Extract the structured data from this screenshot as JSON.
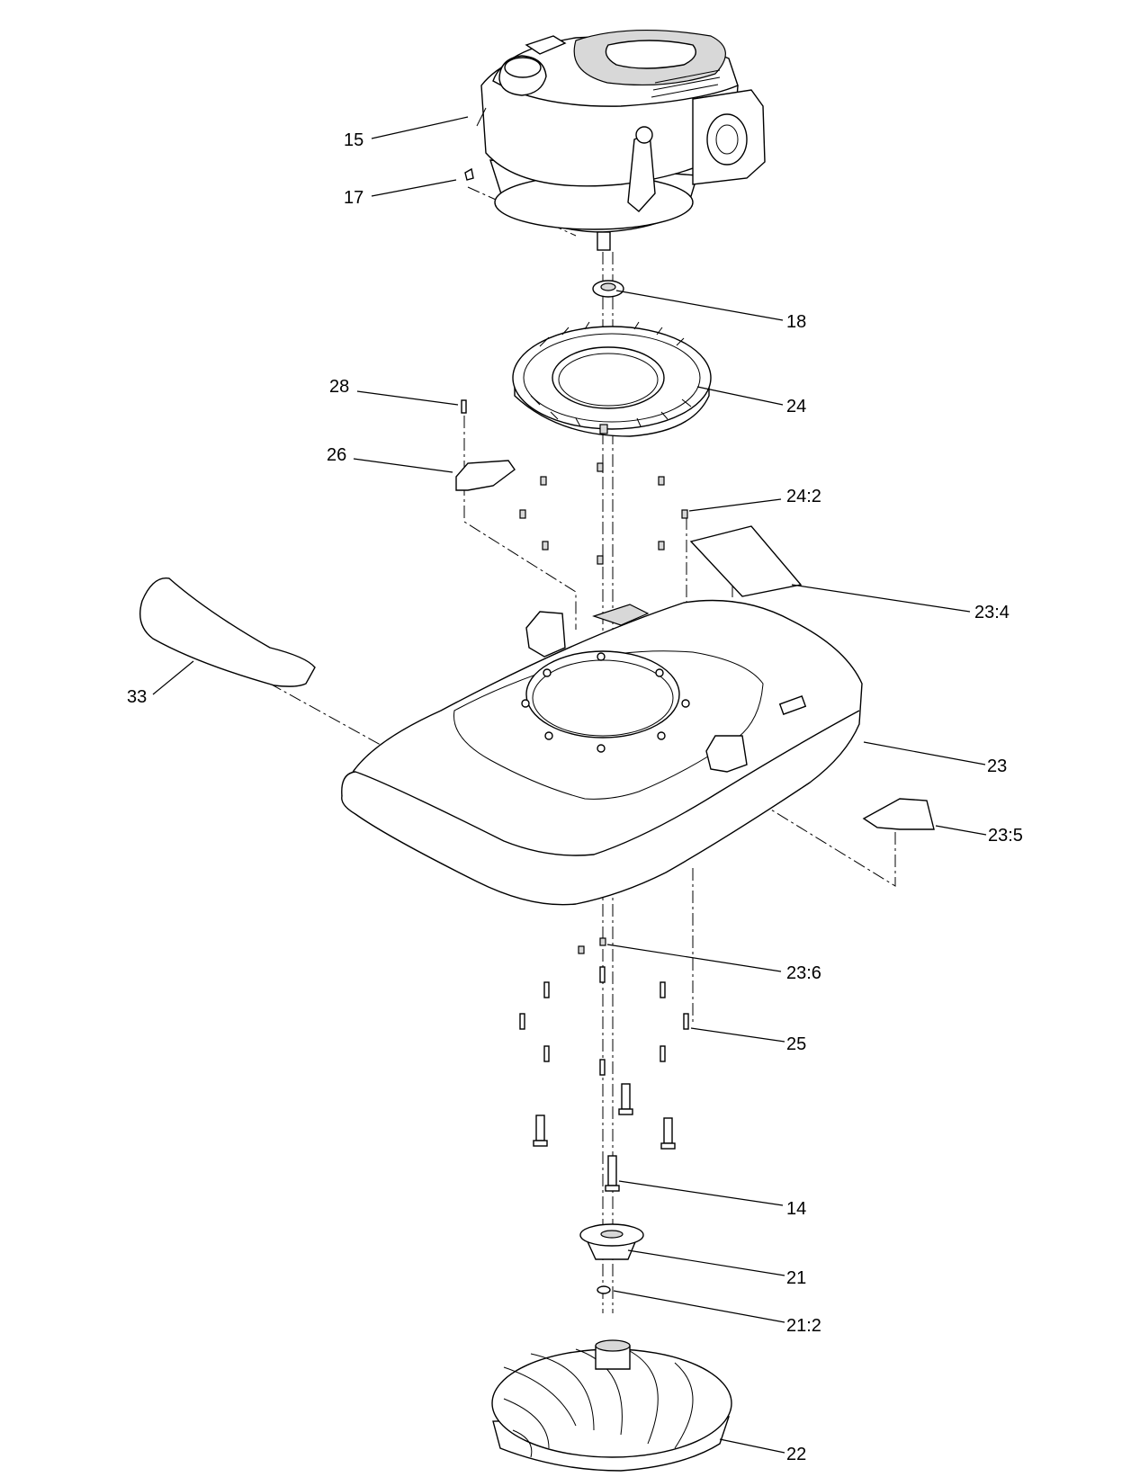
{
  "callouts": [
    {
      "id": "c15",
      "label": "15"
    },
    {
      "id": "c17",
      "label": "17"
    },
    {
      "id": "c18",
      "label": "18"
    },
    {
      "id": "c28",
      "label": "28"
    },
    {
      "id": "c24",
      "label": "24"
    },
    {
      "id": "c26",
      "label": "26"
    },
    {
      "id": "c242",
      "label": "24:2"
    },
    {
      "id": "c234",
      "label": "23:4"
    },
    {
      "id": "c33",
      "label": "33"
    },
    {
      "id": "c23",
      "label": "23"
    },
    {
      "id": "c235",
      "label": "23:5"
    },
    {
      "id": "c236",
      "label": "23:6"
    },
    {
      "id": "c25",
      "label": "25"
    },
    {
      "id": "c14",
      "label": "14"
    },
    {
      "id": "c21",
      "label": "21"
    },
    {
      "id": "c212",
      "label": "21:2"
    },
    {
      "id": "c22",
      "label": "22"
    }
  ]
}
